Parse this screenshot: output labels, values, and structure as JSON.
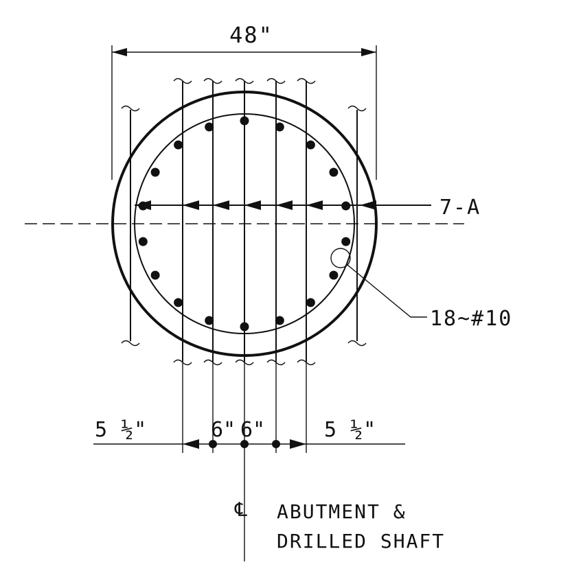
{
  "labels": {
    "overall_width": "48\"",
    "section_callout": "7-A",
    "rebar_callout": "18~#10",
    "left_edge_spacing": "5 ½\"",
    "center_spacing_left": "6\"",
    "center_spacing_right": "6\"",
    "right_edge_spacing": "5 ½\"",
    "centerline_symbol": "℄",
    "centerline_line1": "ABUTMENT &",
    "centerline_line2": "DRILLED SHAFT"
  },
  "rebar": {
    "count": 18
  },
  "colors": {
    "ink": "#111111",
    "paper": "#ffffff"
  }
}
